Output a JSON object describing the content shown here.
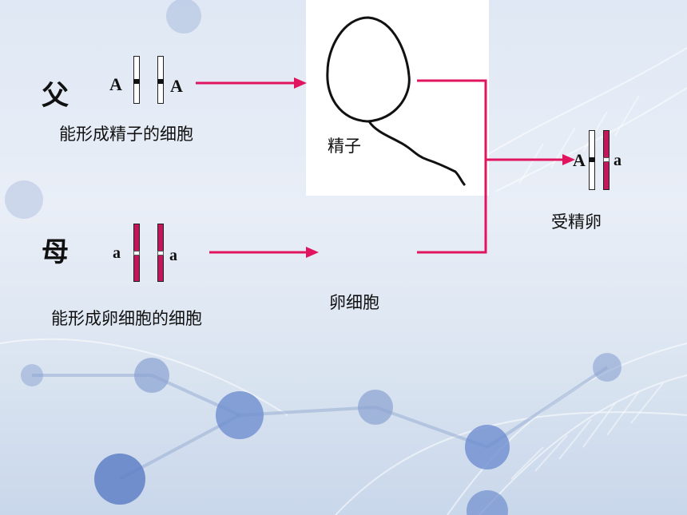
{
  "father": {
    "title": "父",
    "caption": "能形成精子的细胞",
    "allele_left": "A",
    "allele_right": "A"
  },
  "mother": {
    "title": "母",
    "caption": "能形成卵细胞的细胞",
    "allele_left": "a",
    "allele_right": "a"
  },
  "sperm": {
    "label": "精子"
  },
  "egg": {
    "label": "卵细胞"
  },
  "zygote": {
    "label": "受精卵",
    "allele_left": "A",
    "allele_right": "a"
  },
  "colors": {
    "arrow": "#e0145f",
    "chromosome_pink": "#c2185b",
    "background": "#dfe8f4"
  }
}
